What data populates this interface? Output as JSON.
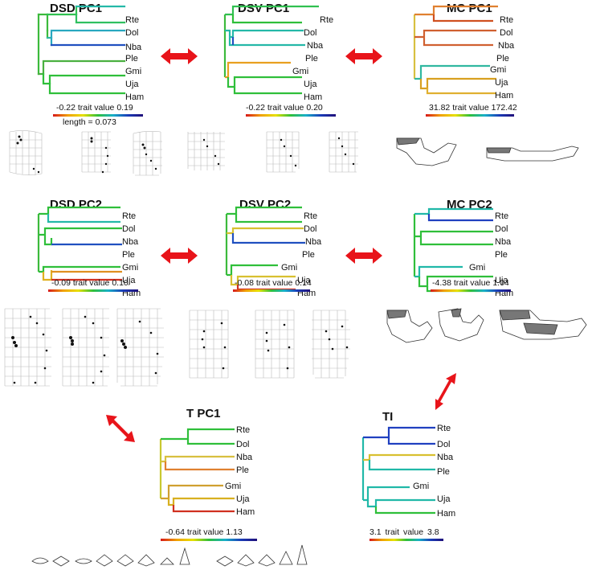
{
  "taxa": [
    "Rte",
    "Dol",
    "Nba",
    "Ple",
    "Gmi",
    "Uja",
    "Ham"
  ],
  "panels": {
    "dsd_pc1": {
      "title": "DSD PC1",
      "min": "-0.22",
      "mid": "trait value",
      "max": "0.19",
      "extra": "length = 0.073"
    },
    "dsv_pc1": {
      "title": "DSV PC1",
      "min": "-0.22",
      "mid": "trait value",
      "max": "0.20"
    },
    "mc_pc1": {
      "title": "MC PC1",
      "min": "31.82",
      "mid": "trait value",
      "max": "172.42"
    },
    "dsd_pc2": {
      "title": "DSD PC2",
      "min": "-0.09",
      "mid": "trait value",
      "max": "0.10"
    },
    "dsv_pc2": {
      "title": "DSV PC2",
      "min": "-0.08",
      "mid": "trait value",
      "max": "0.14"
    },
    "mc_pc2": {
      "title": "MC PC2",
      "min": "-4.38",
      "mid": "trait value",
      "max": "1.04"
    },
    "t_pc1": {
      "title": "T PC1",
      "min": "-0.64",
      "mid": "trait value",
      "max": "1.13"
    },
    "ti": {
      "title": "TI",
      "min": "3.1",
      "mid": "trait value",
      "max": "3.8"
    }
  },
  "colors": {
    "arrow": "#e8141a",
    "high": "#d7191c",
    "mid": "#2fbf3a",
    "low": "#1a3cb8"
  }
}
